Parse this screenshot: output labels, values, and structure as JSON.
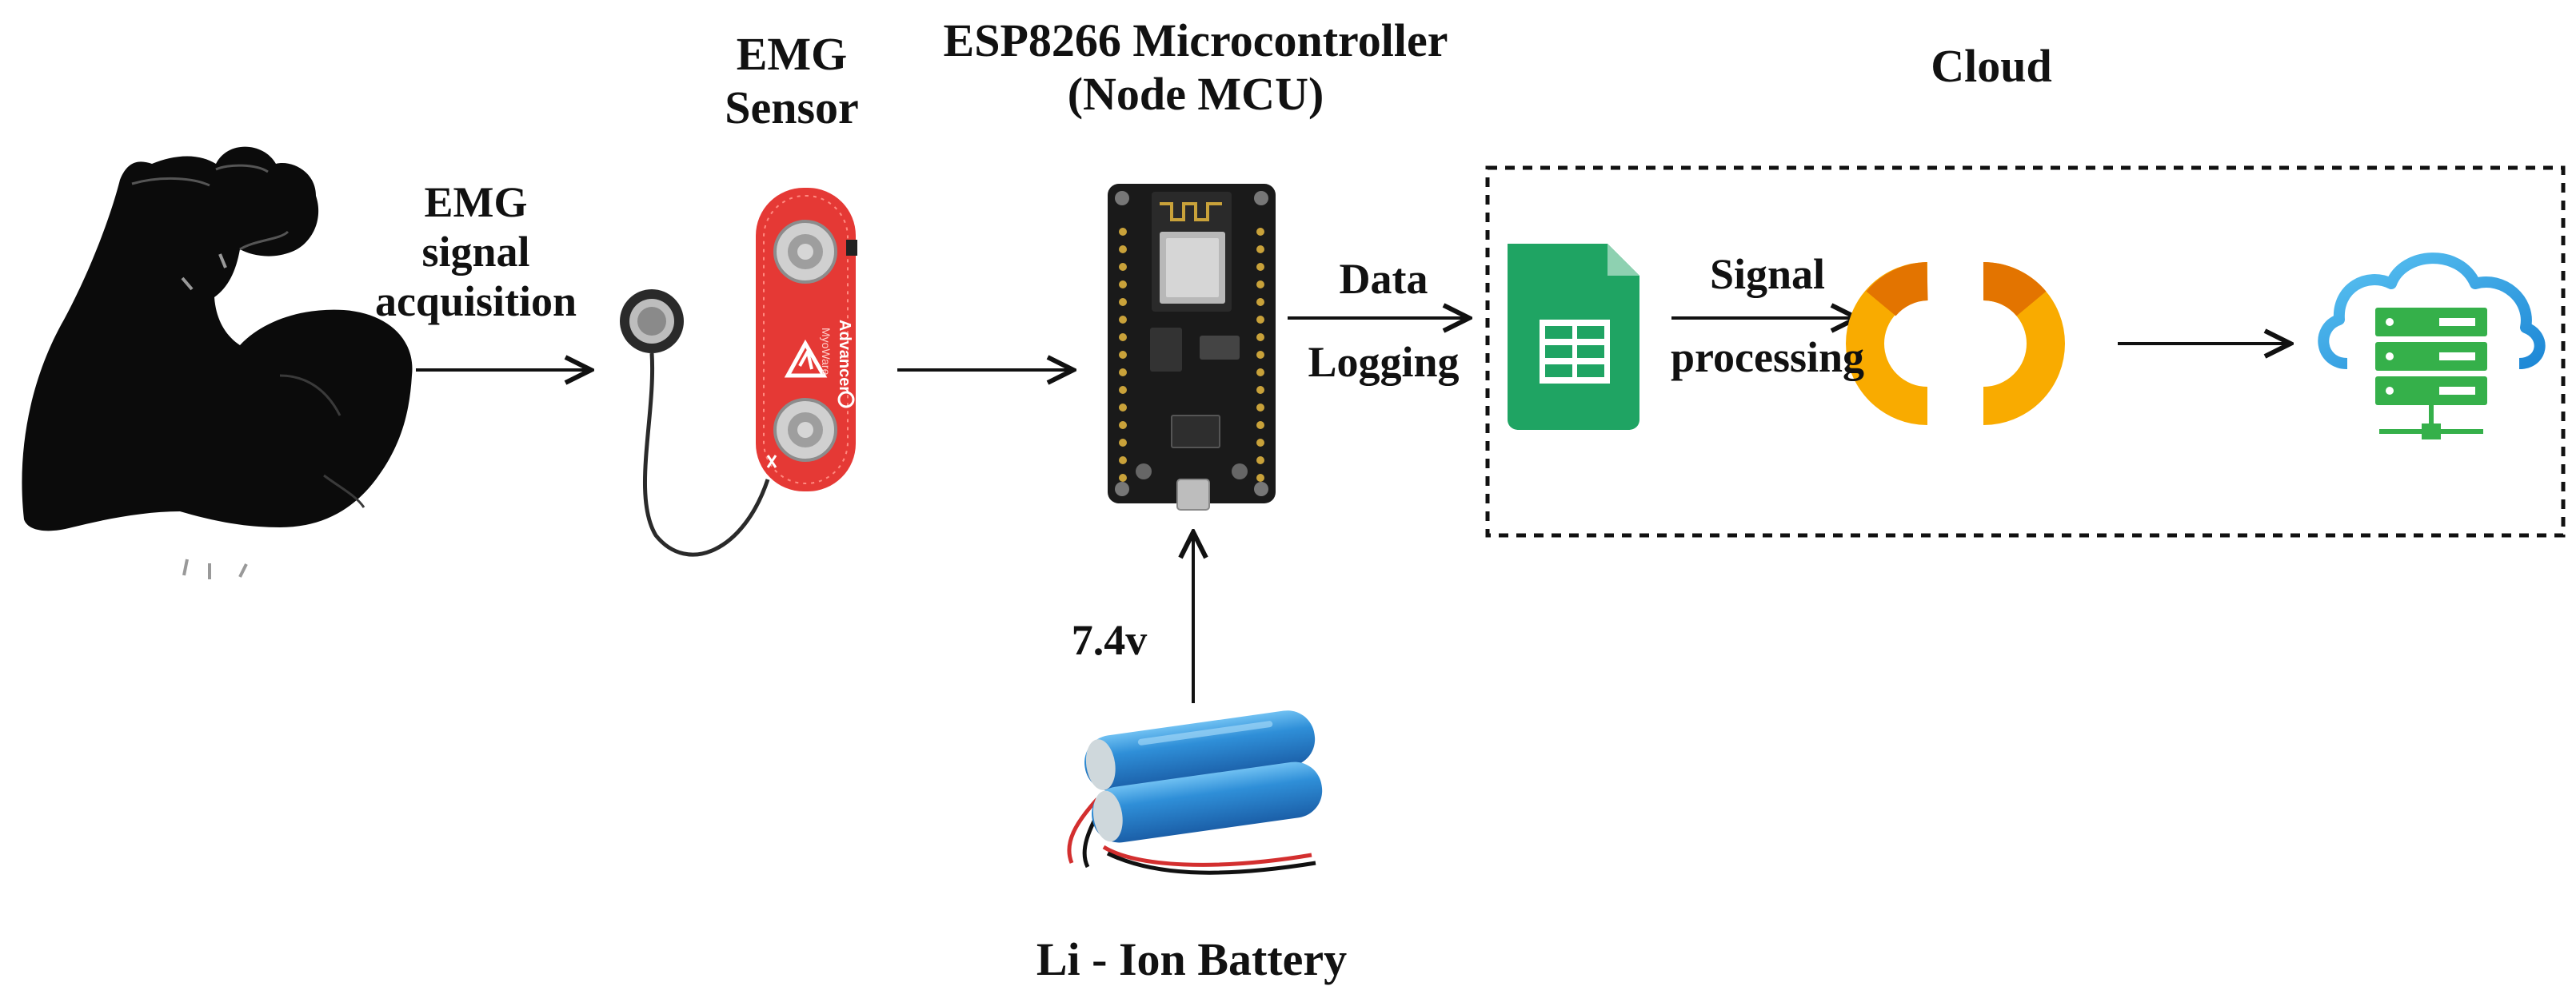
{
  "labels": {
    "emg_sensor": [
      "EMG",
      "Sensor"
    ],
    "microcontroller": [
      "ESP8266 Microcontroller",
      "(Node MCU)"
    ],
    "cloud": "Cloud",
    "acquisition": [
      "EMG",
      "signal",
      "acquisition"
    ],
    "data_logging": [
      "Data",
      "Logging"
    ],
    "signal_processing": [
      "Signal",
      "processing"
    ],
    "voltage": "7.4v",
    "battery": "Li - Ion Battery"
  },
  "board_text": {
    "sensor": "Advancer",
    "sensor_sub": "MyoWare"
  },
  "colors": {
    "sensor_red": "#e53935",
    "board_black": "#1a1a1a",
    "sheets_green": "#1fa463",
    "colab_orange": "#f9ab00",
    "colab_deep": "#e37400",
    "cloud_blue": "#35a9e6",
    "server_green": "#35b04a",
    "battery_blue": "#2f8fd8"
  },
  "icons": [
    "flexed-arm-icon",
    "emg-electrode-icon",
    "emg-sensor-board-icon",
    "nodemcu-board-icon",
    "google-sheets-icon",
    "colab-icon",
    "cloud-server-icon",
    "li-ion-battery-icon"
  ]
}
